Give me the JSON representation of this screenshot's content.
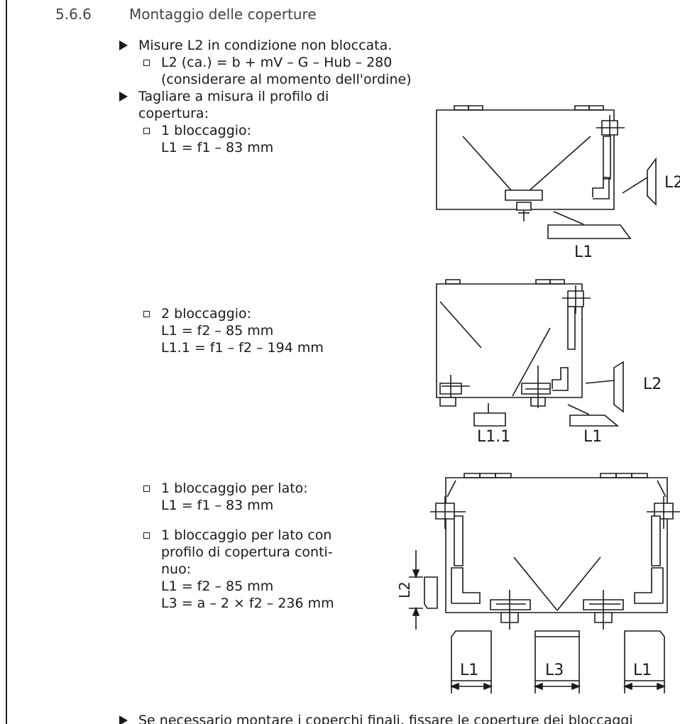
{
  "section": {
    "number": "5.6.6",
    "title": "Montaggio delle coperture"
  },
  "steps": [
    {
      "text": "Misure L2 in condizione non bloccata.",
      "sub": [
        {
          "lines": [
            "L2 (ca.) = b + mV – G – Hub – 280",
            "(considerare al momento dell'ordine)"
          ]
        }
      ]
    },
    {
      "lines": [
        "Tagliare a misura il profilo di",
        "copertura:"
      ],
      "sub": [
        {
          "lines": [
            "1 bloccaggio:",
            "L1 = f1 – 83 mm"
          ]
        },
        {
          "lines": [
            "2 bloccaggio:",
            "L1 = f2 – 85 mm",
            "L1.1 = f1 – f2 – 194 mm"
          ]
        },
        {
          "lines": [
            "1 bloccaggio per lato:",
            "L1 = f1 – 83 mm"
          ]
        },
        {
          "lines": [
            "1 bloccaggio per lato con",
            "profilo di copertura conti-",
            "nuo:",
            "L1 = f2 – 85 mm",
            "L3 = a – 2 × f2 – 236 mm"
          ]
        }
      ]
    },
    {
      "text": "Se necessario montare i coperchi finali, fissare le coperture dei bloccaggi"
    }
  ],
  "figures": {
    "fig1": {
      "labels": [
        "L2",
        "L1"
      ]
    },
    "fig2": {
      "labels": [
        "L2",
        "L1.1",
        "L1"
      ]
    },
    "fig3": {
      "labels": [
        "L2",
        "L1",
        "L3",
        "L1"
      ]
    }
  }
}
